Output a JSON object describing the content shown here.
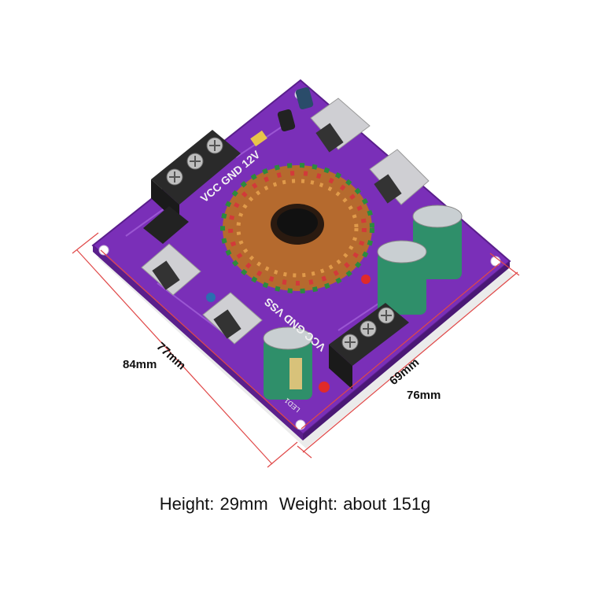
{
  "photo": {
    "subject": "purple-circuit-board",
    "colors": {
      "board": "#7a2fb8",
      "board_dark": "#5a1f8c",
      "dimension_line": "#e04848",
      "heatsink": "#c9c9cc",
      "terminal_block": "#2a2a2a",
      "capacitor": "#2f8f6a"
    }
  },
  "dimensions": {
    "left_outer": "84mm",
    "left_inner": "77mm",
    "right_inner": "69mm",
    "right_outer": "76mm"
  },
  "silkscreen": {
    "top_terminal": "VCC GND 12V",
    "bottom_terminal": "VCC GND VSS",
    "led": "LED1"
  },
  "caption": {
    "height": "Height: 29mm",
    "weight": "Weight: about 151g"
  }
}
